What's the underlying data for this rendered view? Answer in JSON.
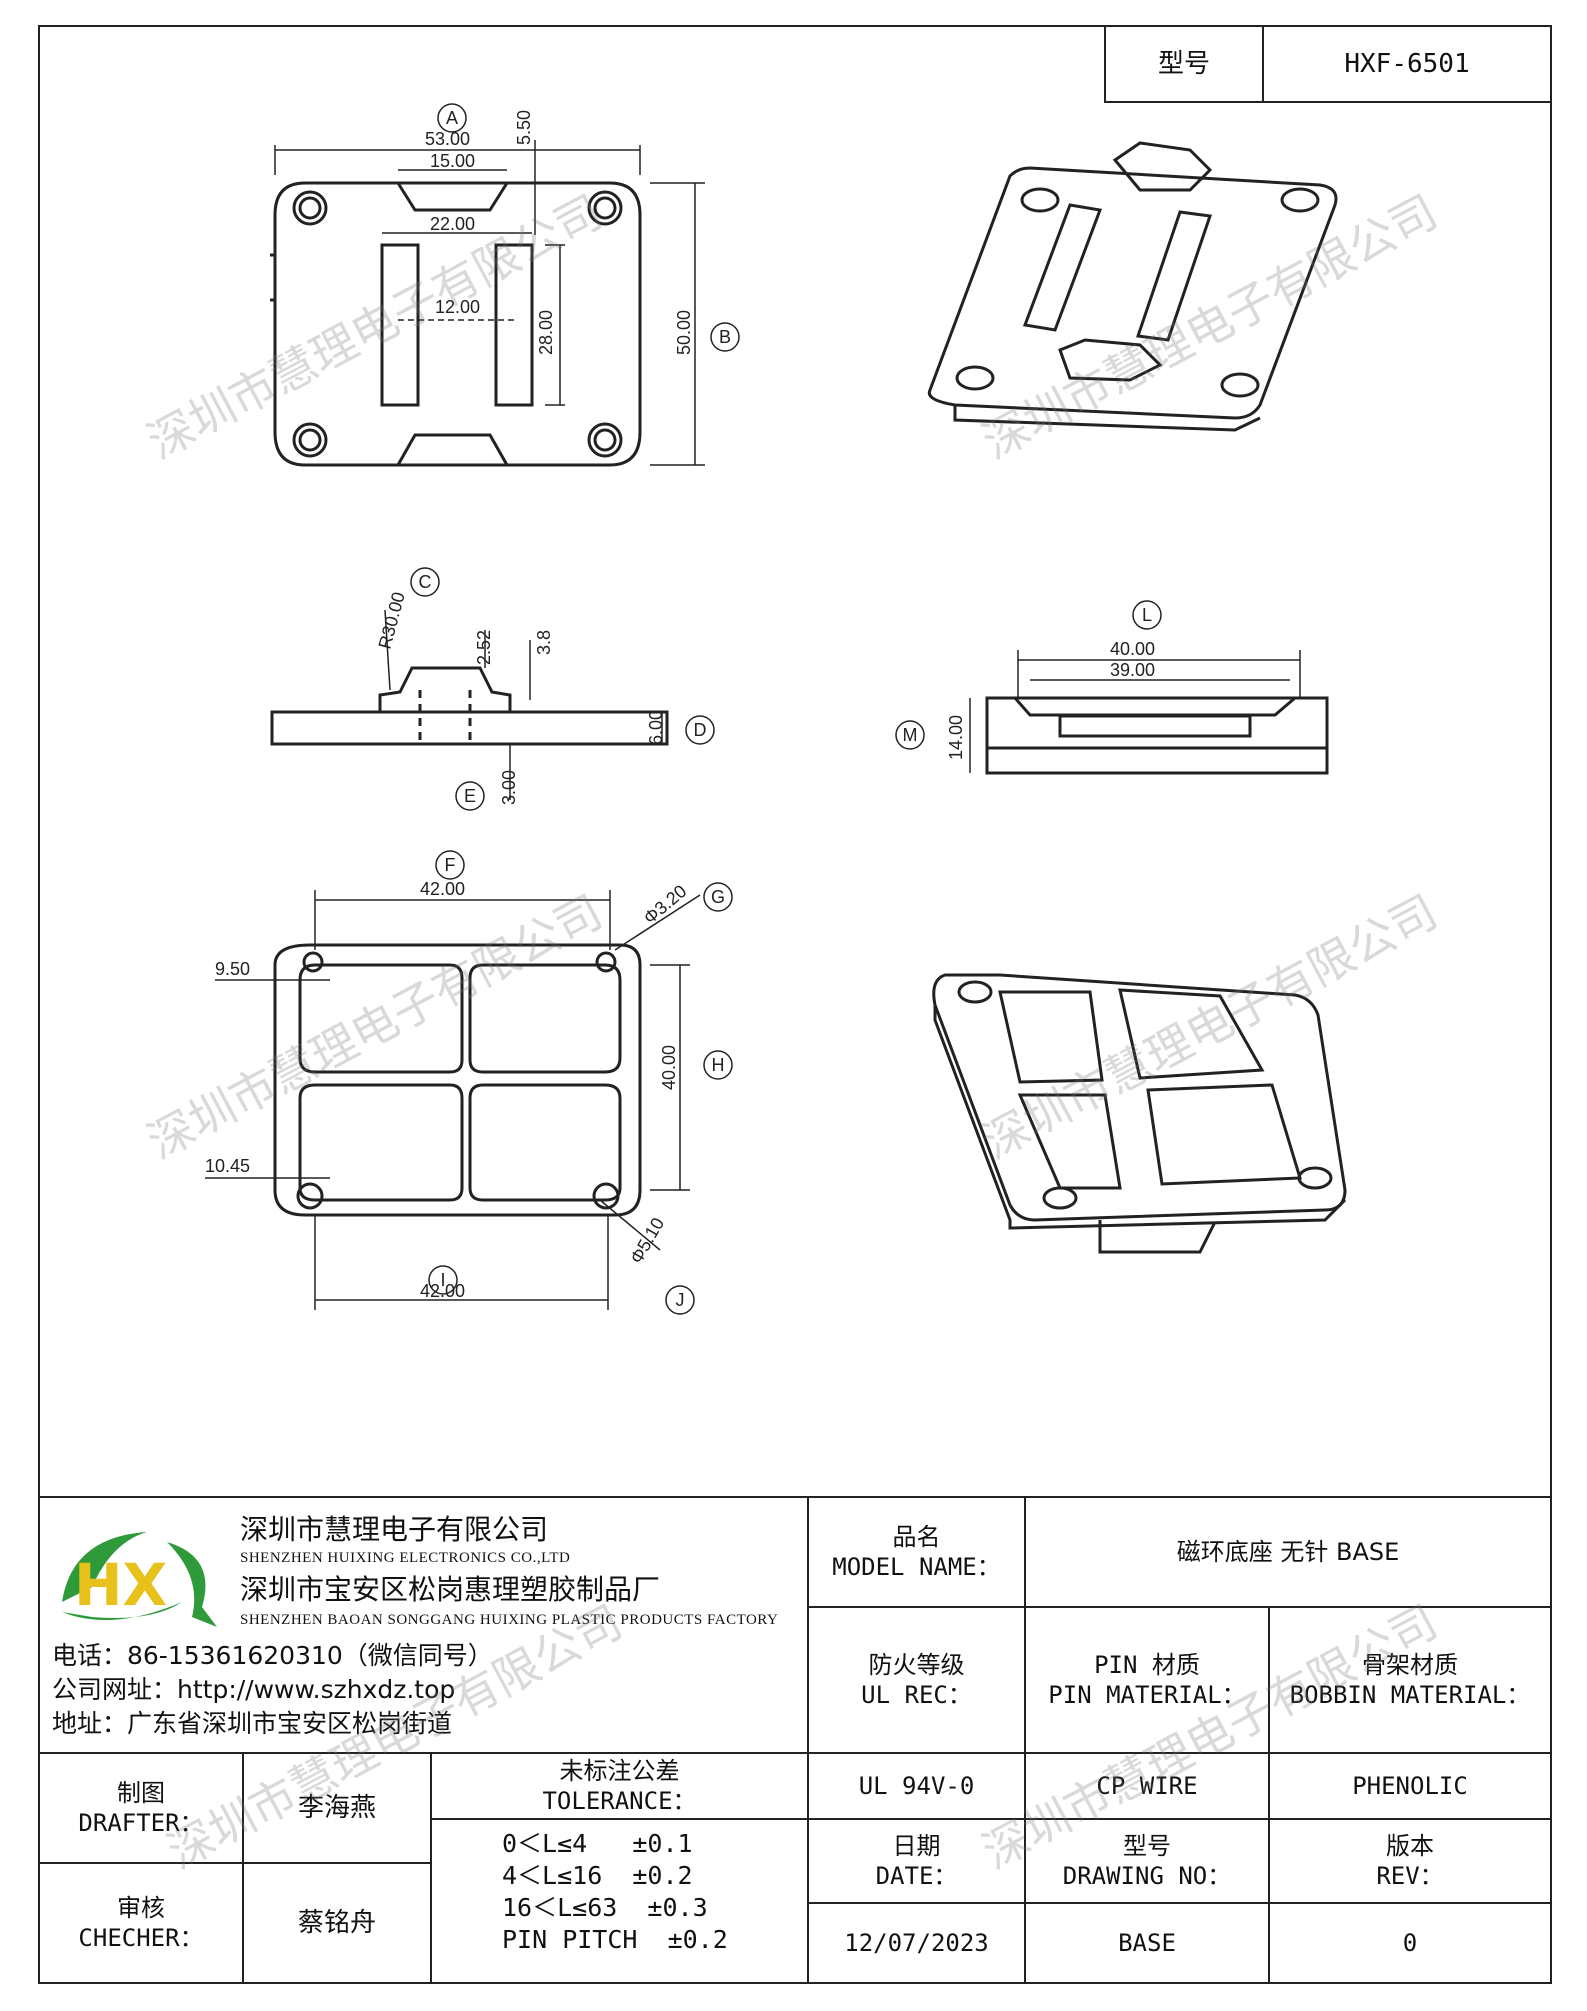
{
  "header": {
    "model_label": "型号",
    "model_value": "HXF-6501"
  },
  "drawing": {
    "callouts": [
      "A",
      "B",
      "C",
      "D",
      "E",
      "L",
      "M",
      "F",
      "G",
      "H",
      "I",
      "J"
    ],
    "dims": {
      "top_width": "53.00",
      "slot_width": "15.00",
      "notch_depth": "5.50",
      "rail_span": "22.00",
      "rail_center": "12.00",
      "rail_len": "28.00",
      "height": "50.00",
      "radius": "R30.00",
      "raise": "2.52",
      "raise2": "3.8",
      "thick": "6.00",
      "pin_len": "3.00",
      "side_w1": "40.00",
      "side_w2": "39.00",
      "side_h": "14.00",
      "bottom_w_top": "42.00",
      "hole_d": "Φ3.20",
      "edge1": "9.50",
      "bottom_h": "40.00",
      "edge2": "10.45",
      "boss_d": "Φ5.10",
      "bottom_w_bot": "42.00"
    }
  },
  "company": {
    "name_cn": "深圳市慧理电子有限公司",
    "name_en": "SHENZHEN HUIXING ELECTRONICS CO.,LTD",
    "factory_cn": "深圳市宝安区松岗惠理塑胶制品厂",
    "factory_en": "SHENZHEN BAOAN SONGGANG HUIXING PLASTIC PRODUCTS FACTORY",
    "phone": "电话：86-15361620310（微信同号）",
    "website": "公司网址：http://www.szhxdz.top",
    "address": "地址：广东省深圳市宝安区松岗街道",
    "logo_text": "HX",
    "logo_colors": {
      "green": "#2e9a3a",
      "yellow": "#e8c21a"
    }
  },
  "title_block": {
    "model_name_cn": "品名",
    "model_name_en": "MODEL NAME：",
    "model_name_value": "磁环底座 无针 BASE",
    "ul_cn": "防火等级",
    "ul_en": "UL REC：",
    "ul_value": "UL 94V-0",
    "pin_cn": "PIN 材质",
    "pin_en": "PIN MATERIAL：",
    "pin_value": "CP WIRE",
    "bobbin_cn": "骨架材质",
    "bobbin_en": "BOBBIN MATERIAL：",
    "bobbin_value": "PHENOLIC",
    "drafter_cn": "制图",
    "drafter_en": "DRAFTER：",
    "drafter_name": "李海燕",
    "checker_cn": "审核",
    "checker_en": "CHECHER：",
    "checker_name": "蔡铭舟",
    "tolerance_cn": "未标注公差",
    "tolerance_en": "TOLERANCE：",
    "tolerance_lines": [
      "0＜L≤4   ±0.1",
      "4＜L≤16  ±0.2",
      "16＜L≤63  ±0.3",
      "PIN PITCH  ±0.2"
    ],
    "date_cn": "日期",
    "date_en": "DATE：",
    "date_value": "12/07/2023",
    "drawing_no_cn": "型号",
    "drawing_no_en": "DRAWING NO：",
    "drawing_no_value": "BASE",
    "rev_cn": "版本",
    "rev_en": "REV：",
    "rev_value": "0"
  },
  "watermark": "深圳市慧理电子有限公司"
}
